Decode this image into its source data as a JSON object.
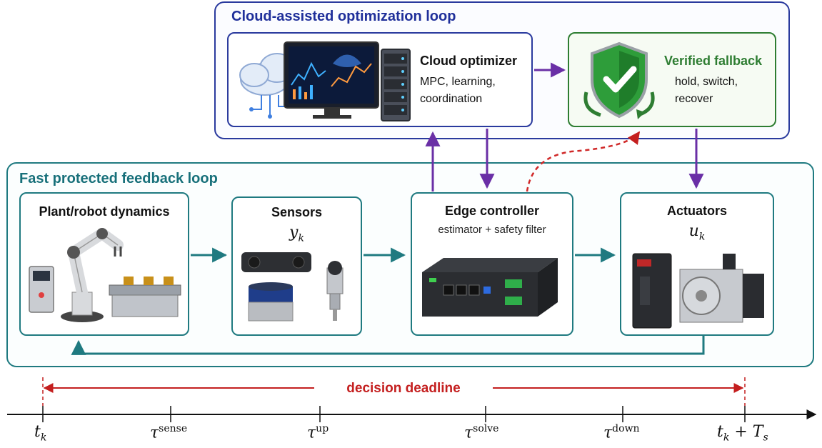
{
  "regions": {
    "cloud_loop_title": "Cloud-assisted optimization loop",
    "fast_loop_title": "Fast protected feedback loop"
  },
  "cloud_optimizer": {
    "title": "Cloud optimizer",
    "text": "MPC, learning,\ncoordination"
  },
  "verified_fallback": {
    "title": "Verified fallback",
    "text": "hold, switch,\nrecover"
  },
  "blocks": {
    "plant": {
      "title": "Plant/robot dynamics"
    },
    "sensors": {
      "title": "Sensors",
      "symbol": "y",
      "subscript": "k"
    },
    "edge": {
      "title": "Edge controller",
      "subtitle": "estimator + safety filter"
    },
    "actuators": {
      "title": "Actuators",
      "symbol": "u",
      "subscript": "k"
    }
  },
  "timeline": {
    "deadline_label": "decision deadline",
    "ticks": [
      {
        "base": "t",
        "sub": "k",
        "sup": ""
      },
      {
        "base": "τ",
        "sub": "",
        "sup": "sense"
      },
      {
        "base": "τ",
        "sub": "",
        "sup": "up"
      },
      {
        "base": "τ",
        "sub": "",
        "sup": "solve"
      },
      {
        "base": "τ",
        "sub": "",
        "sup": "down"
      },
      {
        "base": "t",
        "sub": "k",
        "sup": "",
        "suffix": " + T",
        "suffix_sub": "s"
      }
    ]
  },
  "colors": {
    "cloud_blue": "#2a3a9e",
    "loop_teal": "#1f7a80",
    "fallback_green": "#2e7d32",
    "cloud_arrow_purple": "#6a2fa6",
    "deadline_red": "#c41f1f"
  }
}
